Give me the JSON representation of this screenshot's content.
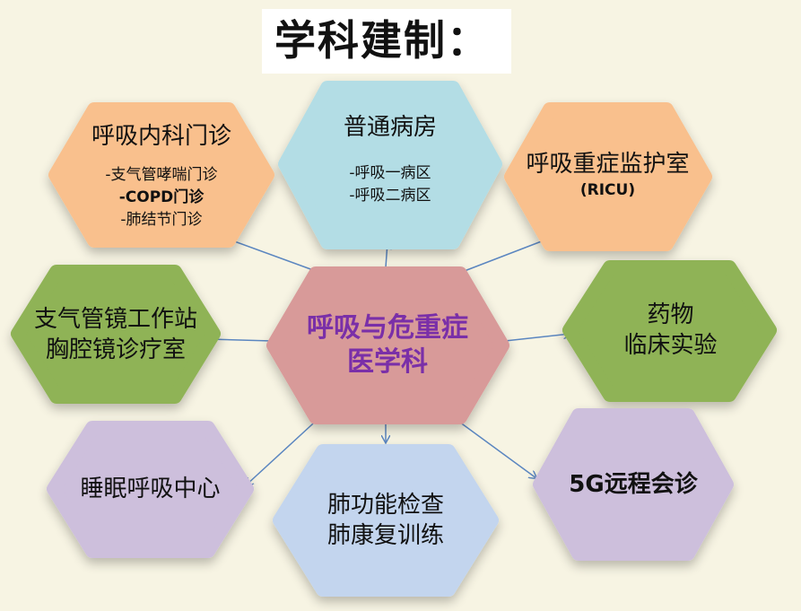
{
  "title": "学科建制：",
  "center": {
    "line1": "呼吸与危重症",
    "line2": "医学科"
  },
  "nodes": {
    "outpatient": {
      "title": "呼吸内科门诊",
      "items": [
        "-支气管哮喘门诊",
        "-COPD门诊",
        "-肺结节门诊"
      ]
    },
    "ward": {
      "title": "普通病房",
      "items": [
        "-呼吸一病区",
        "-呼吸二病区"
      ]
    },
    "ricu": {
      "title": "呼吸重症监护室",
      "sub": "(RICU)"
    },
    "bronchoscopy": {
      "line1": "支气管镜工作站",
      "line2": "胸腔镜诊疗室"
    },
    "drug": {
      "line1": "药物",
      "line2": "临床实验"
    },
    "sleep": {
      "title": "睡眠呼吸中心"
    },
    "lung": {
      "line1": "肺功能检查",
      "line2": "肺康复训练"
    },
    "remote": {
      "title": "5G远程会诊"
    }
  },
  "colors": {
    "background": "#f7f4e3",
    "orange": "#f9c08d",
    "blue": "#b3dde5",
    "green": "#8fb356",
    "purple": "#cdbfdc",
    "light_blue": "#c3d5ee",
    "center_fill": "#d89a99",
    "center_text": "#7a2fa8",
    "arrow": "#5b86c0"
  }
}
